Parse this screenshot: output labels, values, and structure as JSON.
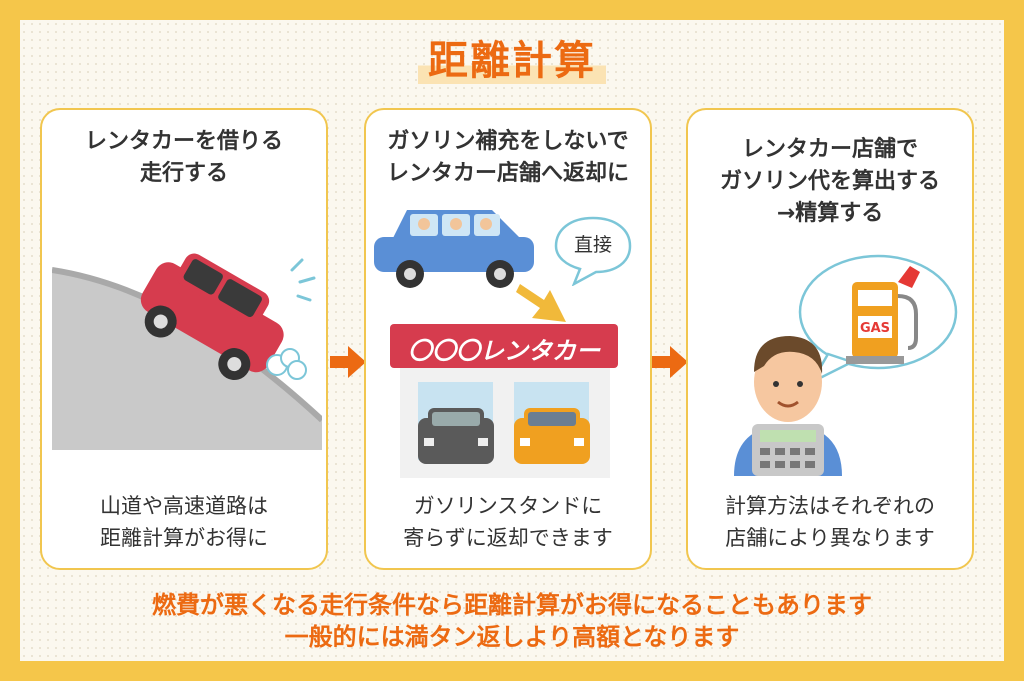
{
  "title": "距離計算",
  "cards": [
    {
      "head1": "レンタカーを借りる",
      "head2": "走行する",
      "foot1": "山道や高速道路は",
      "foot2": "距離計算がお得に"
    },
    {
      "head1": "ガソリン補充をしないで",
      "head2": "レンタカー店舗へ返却に",
      "bubble": "直接",
      "shop_sign": "〇〇〇レンタカー",
      "foot1": "ガソリンスタンドに",
      "foot2": "寄らずに返却できます"
    },
    {
      "head1": "レンタカー店舗で",
      "head2": "ガソリン代を算出する",
      "head3": "→精算する",
      "pump_label": "GAS",
      "foot1": "計算方法はそれぞれの",
      "foot2": "店舗により異なります"
    }
  ],
  "bottom": {
    "line1": "燃費が悪くなる走行条件なら距離計算がお得になることもあります",
    "line2": "一般的には満タン返しより高額となります"
  },
  "colors": {
    "accent": "#ec6a12",
    "frame": "#f5c64a",
    "red_car": "#d63c4e",
    "blue_car": "#5a8fd6",
    "orange_car": "#f0a020"
  }
}
